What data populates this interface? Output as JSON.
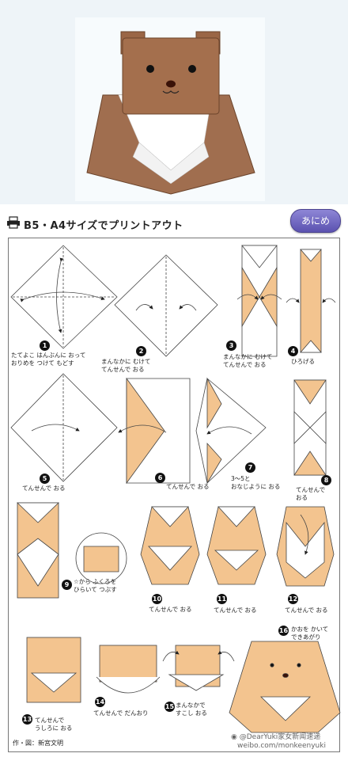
{
  "header": {
    "print_title": "B5・A4サイズでプリントアウト",
    "anime_button": "あにめ"
  },
  "steps": [
    {
      "num": "1",
      "text": "たてよこ はんぶんに おって\nおりめを つけて もどす"
    },
    {
      "num": "2",
      "text": "まんなかに むけて\nてんせんで おる"
    },
    {
      "num": "3",
      "text": "まんなかに むけて\nてんせんで おる"
    },
    {
      "num": "4",
      "text": "ひろげる"
    },
    {
      "num": "5",
      "text": "てんせんで おる"
    },
    {
      "num": "6",
      "text": "てんせんで おる"
    },
    {
      "num": "7",
      "text": "3〜5と\nおなじように おる"
    },
    {
      "num": "8",
      "text": "てんせんで\nおる"
    },
    {
      "num": "9",
      "text": "☆から ふくろを\nひらいて つぶす"
    },
    {
      "num": "10",
      "text": "てんせんで おる"
    },
    {
      "num": "11",
      "text": "てんせんで おる"
    },
    {
      "num": "12",
      "text": "てんせんで おる"
    },
    {
      "num": "13",
      "text": "てんせんで\nうしろに おる"
    },
    {
      "num": "14",
      "text": "てんせんで だんおり"
    },
    {
      "num": "15",
      "text": "まんなかで\nすこし おる"
    },
    {
      "num": "16",
      "text": "かおを かいて\nできあがり"
    }
  ],
  "credit": "作・図：新宮文明",
  "watermark": {
    "line1": "@DearYuki家女新闻速递",
    "line2": "weibo.com/monkeenyuki"
  },
  "colors": {
    "paper_color": "#f3c48f",
    "bear_brown": "#9a6a4a",
    "button": "#6a62c0",
    "background_panel": "#eef4f8"
  },
  "icons": [
    "printer-icon",
    "weibo-icon"
  ]
}
